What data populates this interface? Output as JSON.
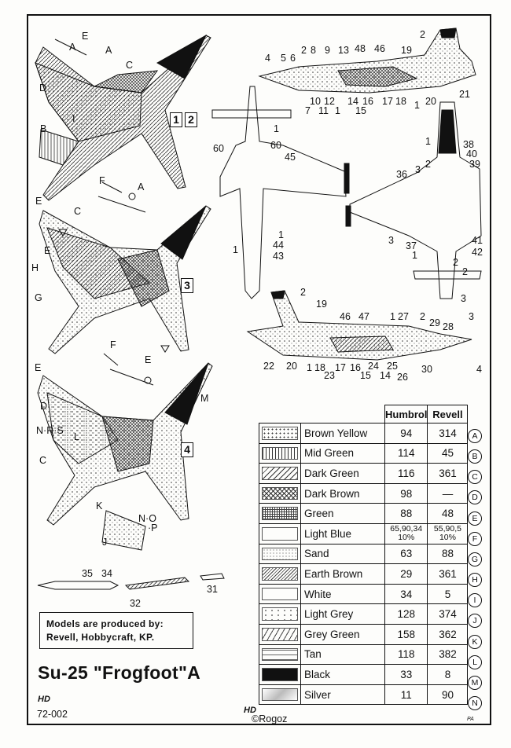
{
  "title": "Su-25 \"Frogfoot\"A",
  "catalog_number": "72-002",
  "publisher_logo": "HD",
  "copyright": "©Rogoz",
  "signature": "PA",
  "producers_note": {
    "line1": "Models are produced by:",
    "line2": "Revell, Hobbycraft, KP."
  },
  "schemes": [
    "1",
    "2",
    "3",
    "4"
  ],
  "plan_view_labels": {
    "view1": [
      "E",
      "A",
      "A",
      "C",
      "D",
      "B",
      "I",
      "F",
      "A"
    ],
    "view2": [
      "E",
      "C",
      "E",
      "H",
      "G",
      "F",
      "E"
    ],
    "view3": [
      "E",
      "M",
      "D",
      "N·R·S",
      "L",
      "C",
      "K",
      "N·O",
      "·P",
      "J"
    ]
  },
  "profile_numbers": {
    "top_side": [
      "2",
      "4",
      "5",
      "6",
      "2",
      "8",
      "9",
      "13",
      "48",
      "46",
      "19",
      "10",
      "7",
      "12",
      "11",
      "1",
      "14",
      "16",
      "15",
      "17",
      "18",
      "1",
      "20",
      "21"
    ],
    "top_view": [
      "60",
      "1",
      "60",
      "45",
      "1",
      "1",
      "44",
      "43"
    ],
    "bottom_view": [
      "38",
      "40",
      "39",
      "1",
      "2",
      "3",
      "36",
      "3",
      "41",
      "42",
      "37",
      "1",
      "2",
      "2",
      "3",
      "3"
    ],
    "bottom_side": [
      "2",
      "19",
      "46",
      "47",
      "1",
      "27",
      "2",
      "29",
      "28",
      "22",
      "20",
      "1",
      "18",
      "17",
      "23",
      "16",
      "15",
      "24",
      "25",
      "14",
      "26",
      "30",
      "4"
    ],
    "weapons": [
      "35",
      "34",
      "32",
      "31"
    ]
  },
  "table": {
    "headers": [
      "Humbrol",
      "Revell"
    ],
    "rows": [
      {
        "name": "Brown Yellow",
        "humbrol": "94",
        "revell": "314",
        "code": "A",
        "pattern": "dots"
      },
      {
        "name": "Mid Green",
        "humbrol": "114",
        "revell": "45",
        "code": "B",
        "pattern": "vlines"
      },
      {
        "name": "Dark Green",
        "humbrol": "116",
        "revell": "361",
        "code": "C",
        "pattern": "diag"
      },
      {
        "name": "Dark Brown",
        "humbrol": "98",
        "revell": "—",
        "code": "D",
        "pattern": "cross"
      },
      {
        "name": "Green",
        "humbrol": "88",
        "revell": "48",
        "code": "E",
        "pattern": "grid"
      },
      {
        "name": "Light Blue",
        "humbrol": "65,90,34 10%",
        "revell": "55,90,5 10%",
        "code": "F",
        "pattern": "blank"
      },
      {
        "name": "Sand",
        "humbrol": "63",
        "revell": "88",
        "code": "G",
        "pattern": "finedots"
      },
      {
        "name": "Earth Brown",
        "humbrol": "29",
        "revell": "361",
        "code": "H",
        "pattern": "diagfine"
      },
      {
        "name": "White",
        "humbrol": "34",
        "revell": "5",
        "code": "I",
        "pattern": "blank"
      },
      {
        "name": "Light Grey",
        "humbrol": "128",
        "revell": "374",
        "code": "J",
        "pattern": "sparse"
      },
      {
        "name": "Grey Green",
        "humbrol": "158",
        "revell": "362",
        "code": "K",
        "pattern": "dash"
      },
      {
        "name": "Tan",
        "humbrol": "118",
        "revell": "382",
        "code": "L",
        "pattern": "hdash"
      },
      {
        "name": "Black",
        "humbrol": "33",
        "revell": "8",
        "code": "M",
        "pattern": "black"
      },
      {
        "name": "Silver",
        "humbrol": "11",
        "revell": "90",
        "code": "N",
        "pattern": "silver"
      }
    ]
  },
  "colors": {
    "ink": "#111111",
    "paper": "#fdfdfb"
  }
}
